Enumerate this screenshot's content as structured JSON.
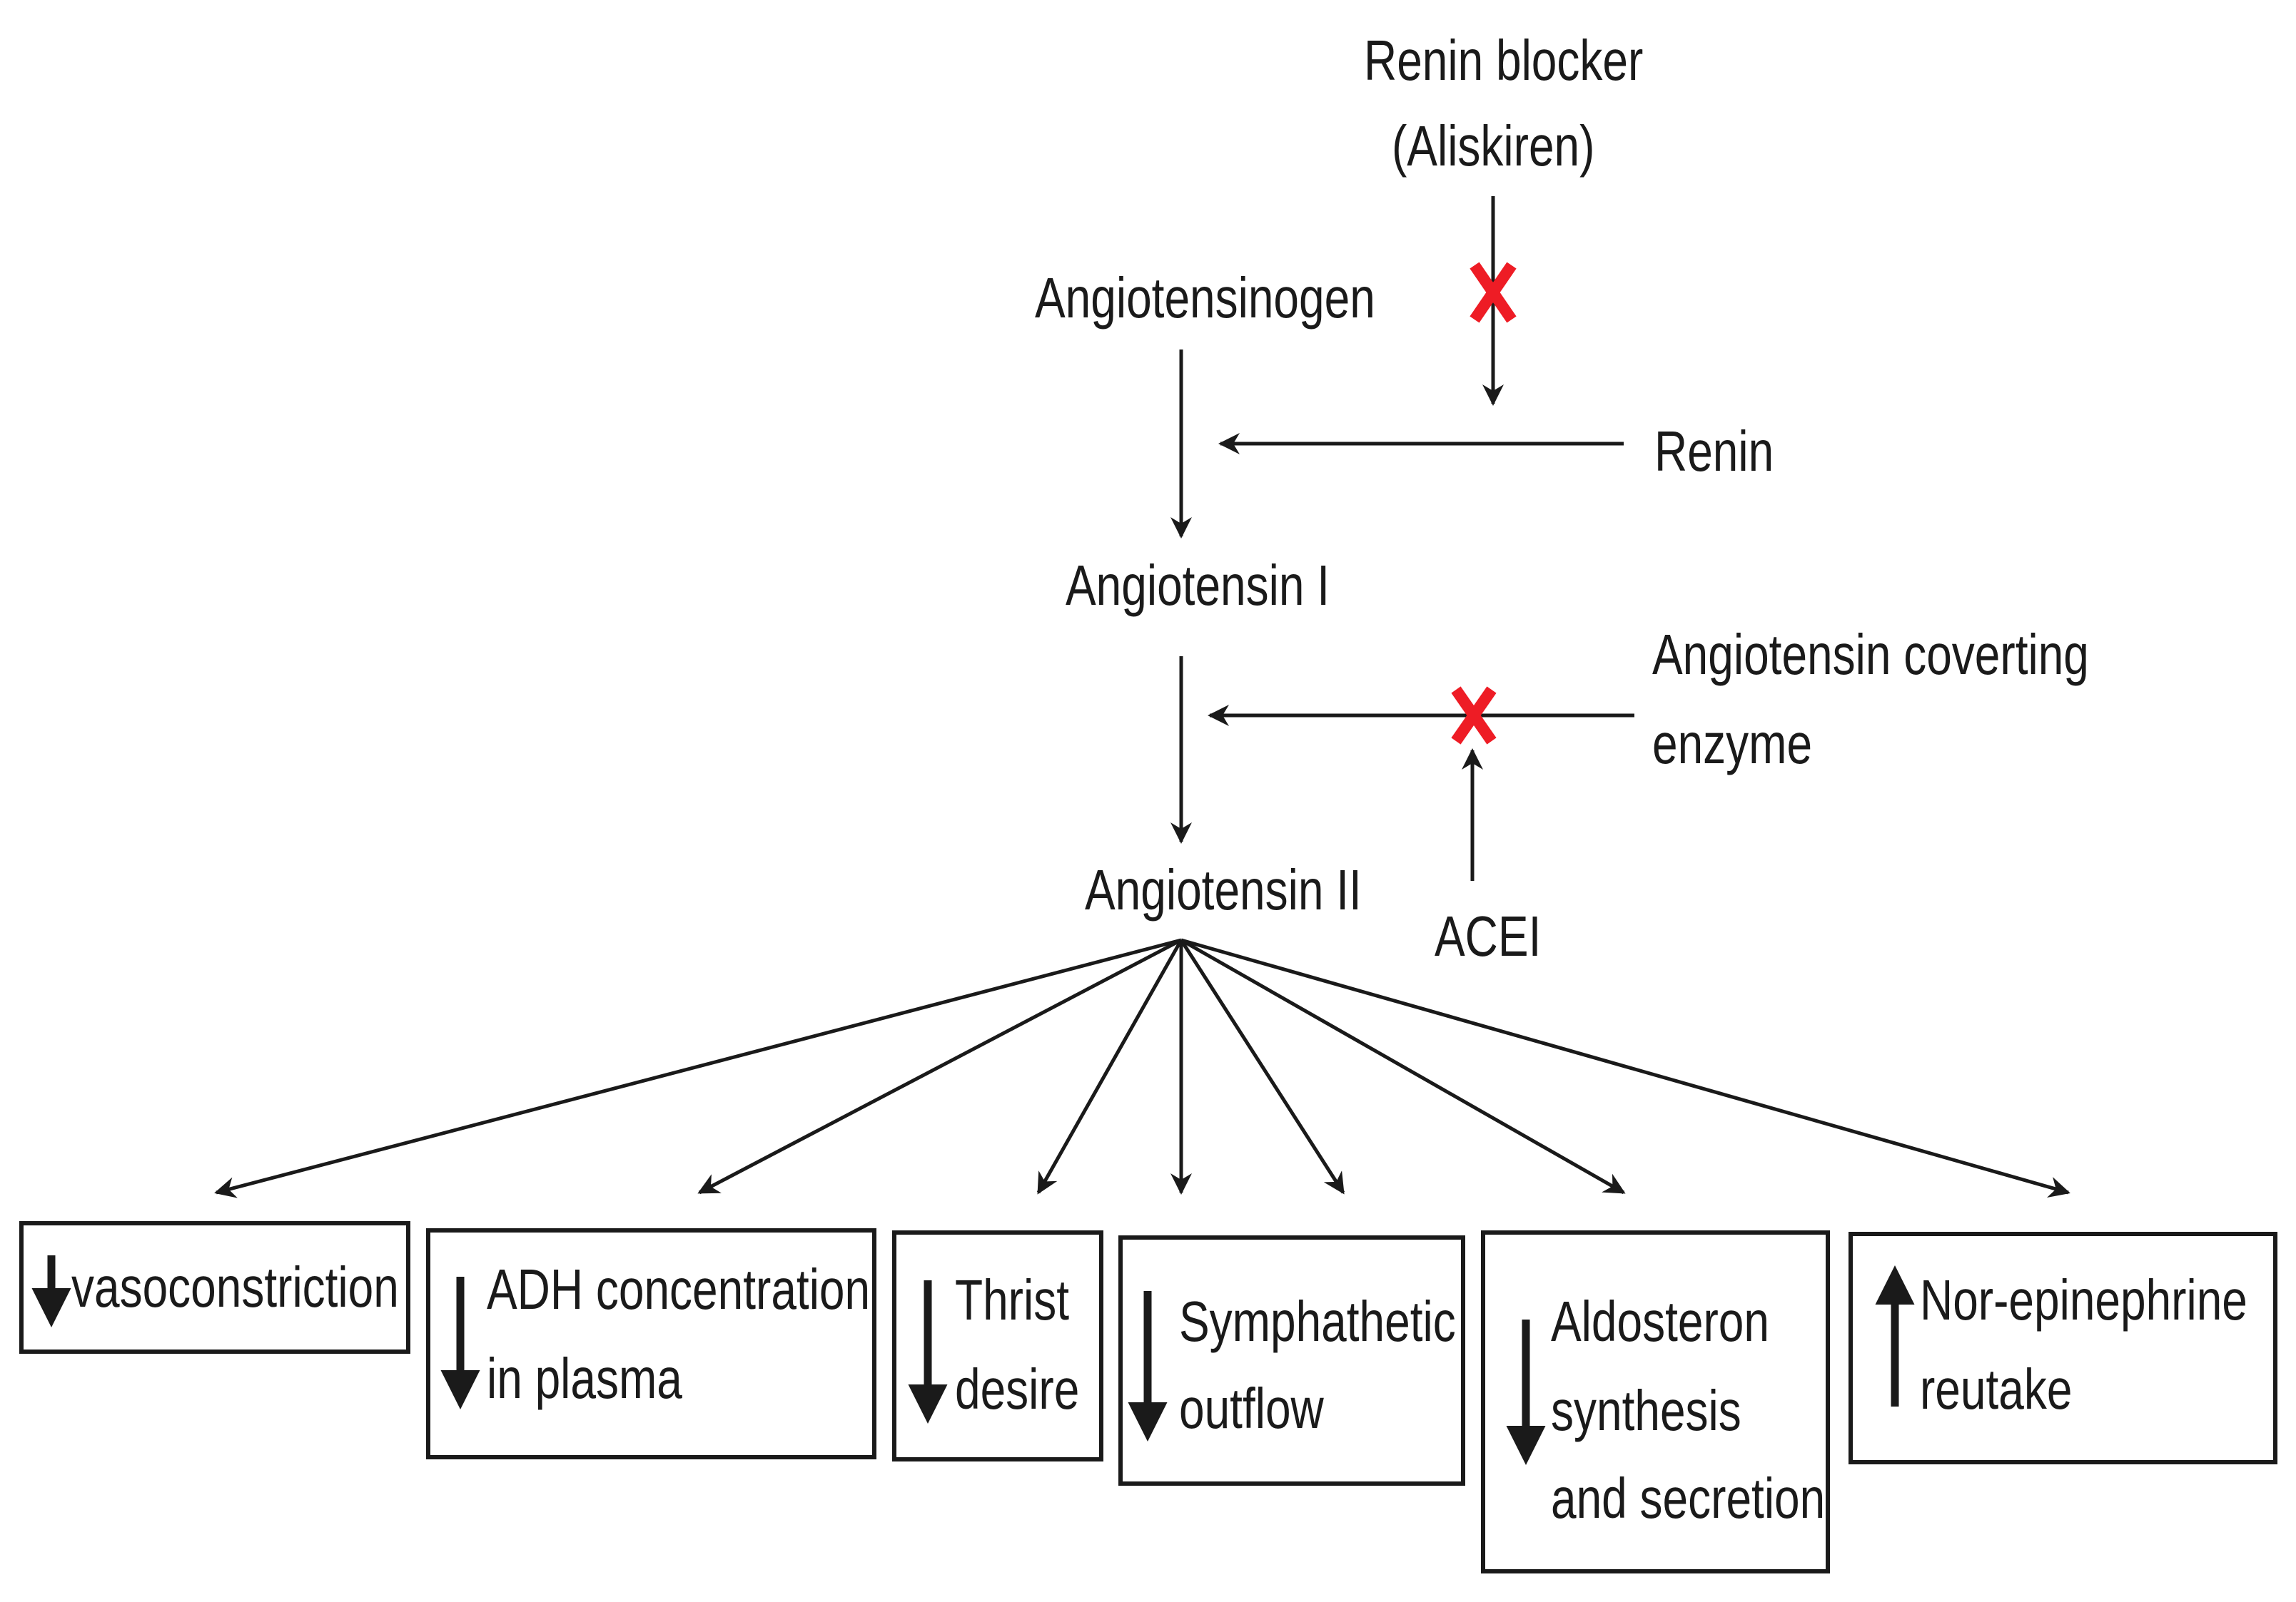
{
  "colors": {
    "ink": "#1a1a1a",
    "block_mark": "#ee1c25"
  },
  "pathway": {
    "renin_blocker": [
      "Renin blocker",
      "(Aliskiren)"
    ],
    "angiotensinogen": "Angiotensinogen",
    "renin": "Renin",
    "angiotensin_1": "Angiotensin I",
    "ace": [
      "Angiotensin coverting",
      "enzyme"
    ],
    "angiotensin_2": "Angiotensin II",
    "acei": "ACEI"
  },
  "effects": [
    {
      "direction": "down",
      "lines": [
        "vasoconstriction"
      ]
    },
    {
      "direction": "down",
      "lines": [
        "ADH concentration",
        "in plasma"
      ]
    },
    {
      "direction": "down",
      "lines": [
        "Thrist",
        "desire"
      ]
    },
    {
      "direction": "down",
      "lines": [
        "Symphathetic",
        "outflow"
      ]
    },
    {
      "direction": "down",
      "lines": [
        "Aldosteron",
        "synthesis",
        "and secretion"
      ]
    },
    {
      "direction": "up",
      "lines": [
        "Nor-epinephrine",
        "reutake"
      ]
    }
  ],
  "icons": [
    "block-x-icon",
    "down-arrow-icon",
    "up-arrow-icon"
  ]
}
